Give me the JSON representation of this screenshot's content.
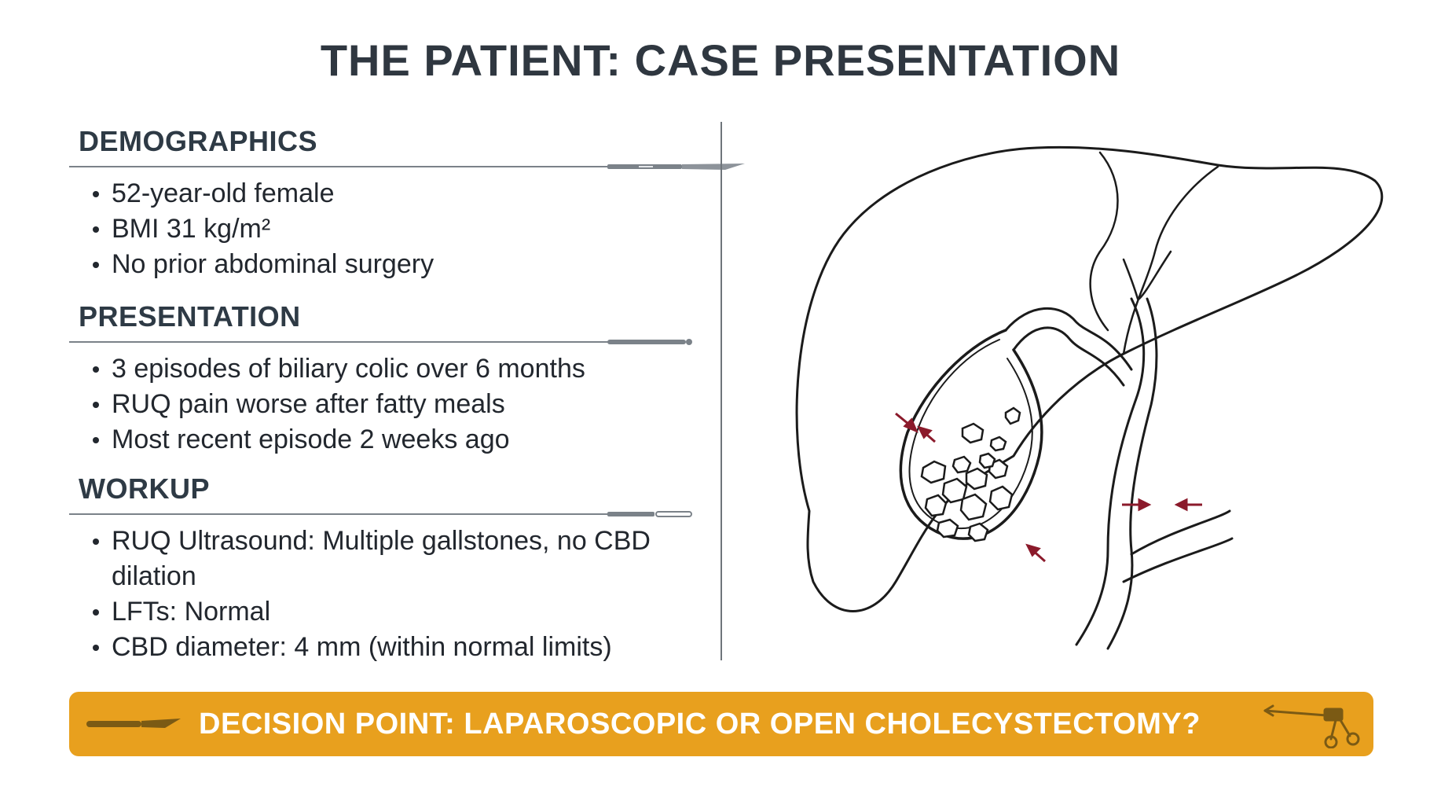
{
  "title": "THE PATIENT: CASE PRESENTATION",
  "sections": [
    {
      "heading": "DEMOGRAPHICS",
      "items": [
        "52-year-old female",
        "BMI 31 kg/m²",
        "No prior abdominal surgery"
      ]
    },
    {
      "heading": "PRESENTATION",
      "items": [
        "3 episodes of biliary colic over 6 months",
        "RUQ pain worse after fatty meals",
        "Most recent episode 2 weeks ago"
      ]
    },
    {
      "heading": "WORKUP",
      "items": [
        "RUQ Ultrasound: Multiple gallstones, no CBD dilation",
        "LFTs: Normal",
        "CBD diameter: 4 mm (within normal limits)"
      ]
    }
  ],
  "decision": {
    "text": "DECISION POINT: LAPAROSCOPIC OR OPEN CHOLECYSTECTOMY?"
  },
  "icons": {
    "section_rule": "scalpel-icon",
    "decision_left": "scalpel-icon",
    "decision_right": "laparoscopic-instrument-icon",
    "illustration": "liver-gallbladder-illustration"
  },
  "colors": {
    "accent": "#e8a01e",
    "arrow": "#8b1a2b",
    "heading": "#2e3a45"
  }
}
